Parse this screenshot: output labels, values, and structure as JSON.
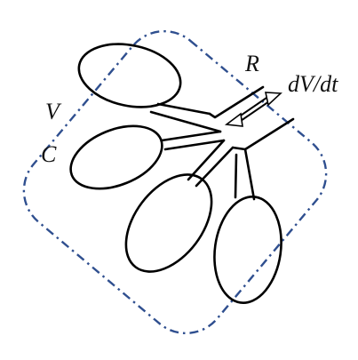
{
  "labels": {
    "volume": "V",
    "compliance": "C",
    "resistance": "R",
    "flow": "dV/dt"
  },
  "colors": {
    "boundary": "#2f4f8f",
    "ink": "#000000"
  }
}
